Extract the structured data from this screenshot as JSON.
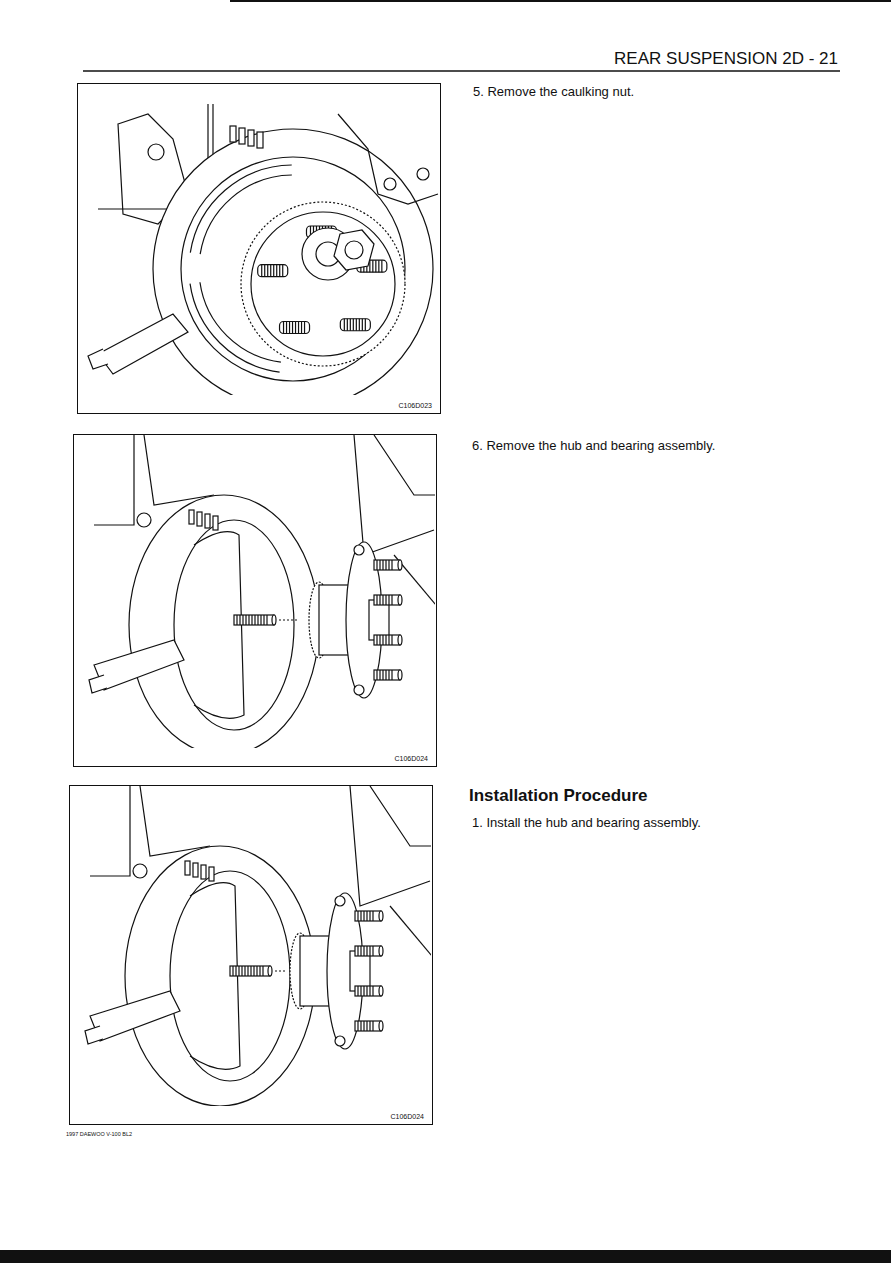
{
  "diagram": {
    "title": "REAR SUSPENSION 2D - 21",
    "nodes": [
      {
        "text": [
          "C106D023"
        ]
      },
      {
        "text": [
          "C106D024"
        ]
      },
      {
        "text": [
          "C106D024"
        ]
      }
    ],
    "labels": [
      "5. Remove the caulking nut.",
      "6. Remove the hub and bearing assembly.",
      "Installation Procedure",
      "1. Install the hub and bearing assembly.",
      "1997 DAEWOO V-100 BL2"
    ]
  }
}
